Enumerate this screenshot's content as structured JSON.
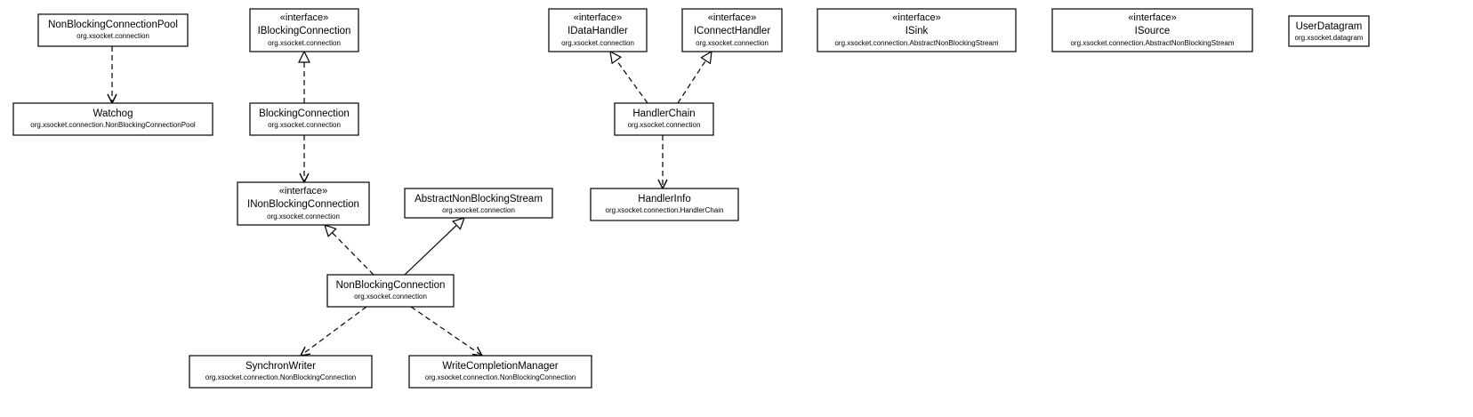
{
  "diagram": {
    "classes": [
      {
        "id": "ncp",
        "name": "NonBlockingConnectionPool",
        "package": "org.xsocket.connection",
        "stereotype": ""
      },
      {
        "id": "watchog",
        "name": "Watchog",
        "package": "org.xsocket.connection.NonBlockingConnectionPool",
        "stereotype": ""
      },
      {
        "id": "ibc",
        "name": "IBlockingConnection",
        "package": "org.xsocket.connection",
        "stereotype": "«interface»"
      },
      {
        "id": "bc",
        "name": "BlockingConnection",
        "package": "org.xsocket.connection",
        "stereotype": ""
      },
      {
        "id": "inbc",
        "name": "INonBlockingConnection",
        "package": "org.xsocket.connection",
        "stereotype": "«interface»"
      },
      {
        "id": "anbs",
        "name": "AbstractNonBlockingStream",
        "package": "org.xsocket.connection",
        "stereotype": ""
      },
      {
        "id": "nbc",
        "name": "NonBlockingConnection",
        "package": "org.xsocket.connection",
        "stereotype": ""
      },
      {
        "id": "sw",
        "name": "SynchronWriter",
        "package": "org.xsocket.connection.NonBlockingConnection",
        "stereotype": ""
      },
      {
        "id": "wcm",
        "name": "WriteCompletionManager",
        "package": "org.xsocket.connection.NonBlockingConnection",
        "stereotype": ""
      },
      {
        "id": "idh",
        "name": "IDataHandler",
        "package": "org.xsocket.connection",
        "stereotype": "«interface»"
      },
      {
        "id": "ich",
        "name": "IConnectHandler",
        "package": "org.xsocket.connection",
        "stereotype": "«interface»"
      },
      {
        "id": "hc",
        "name": "HandlerChain",
        "package": "org.xsocket.connection",
        "stereotype": ""
      },
      {
        "id": "hi",
        "name": "HandlerInfo",
        "package": "org.xsocket.connection.HandlerChain",
        "stereotype": ""
      },
      {
        "id": "isink",
        "name": "ISink",
        "package": "org.xsocket.connection.AbstractNonBlockingStream",
        "stereotype": "«interface»"
      },
      {
        "id": "isource",
        "name": "ISource",
        "package": "org.xsocket.connection.AbstractNonBlockingStream",
        "stereotype": "«interface»"
      },
      {
        "id": "ud",
        "name": "UserDatagram",
        "package": "org.xsocket.datagram",
        "stereotype": ""
      }
    ],
    "relations": [
      {
        "from": "ncp",
        "to": "watchog",
        "kind": "dependency"
      },
      {
        "from": "bc",
        "to": "ibc",
        "kind": "realization"
      },
      {
        "from": "bc",
        "to": "inbc",
        "kind": "dependency"
      },
      {
        "from": "nbc",
        "to": "inbc",
        "kind": "realization"
      },
      {
        "from": "nbc",
        "to": "anbs",
        "kind": "generalization"
      },
      {
        "from": "nbc",
        "to": "sw",
        "kind": "dependency"
      },
      {
        "from": "nbc",
        "to": "wcm",
        "kind": "dependency"
      },
      {
        "from": "hc",
        "to": "idh",
        "kind": "realization"
      },
      {
        "from": "hc",
        "to": "ich",
        "kind": "realization"
      },
      {
        "from": "hc",
        "to": "hi",
        "kind": "dependency"
      }
    ]
  }
}
